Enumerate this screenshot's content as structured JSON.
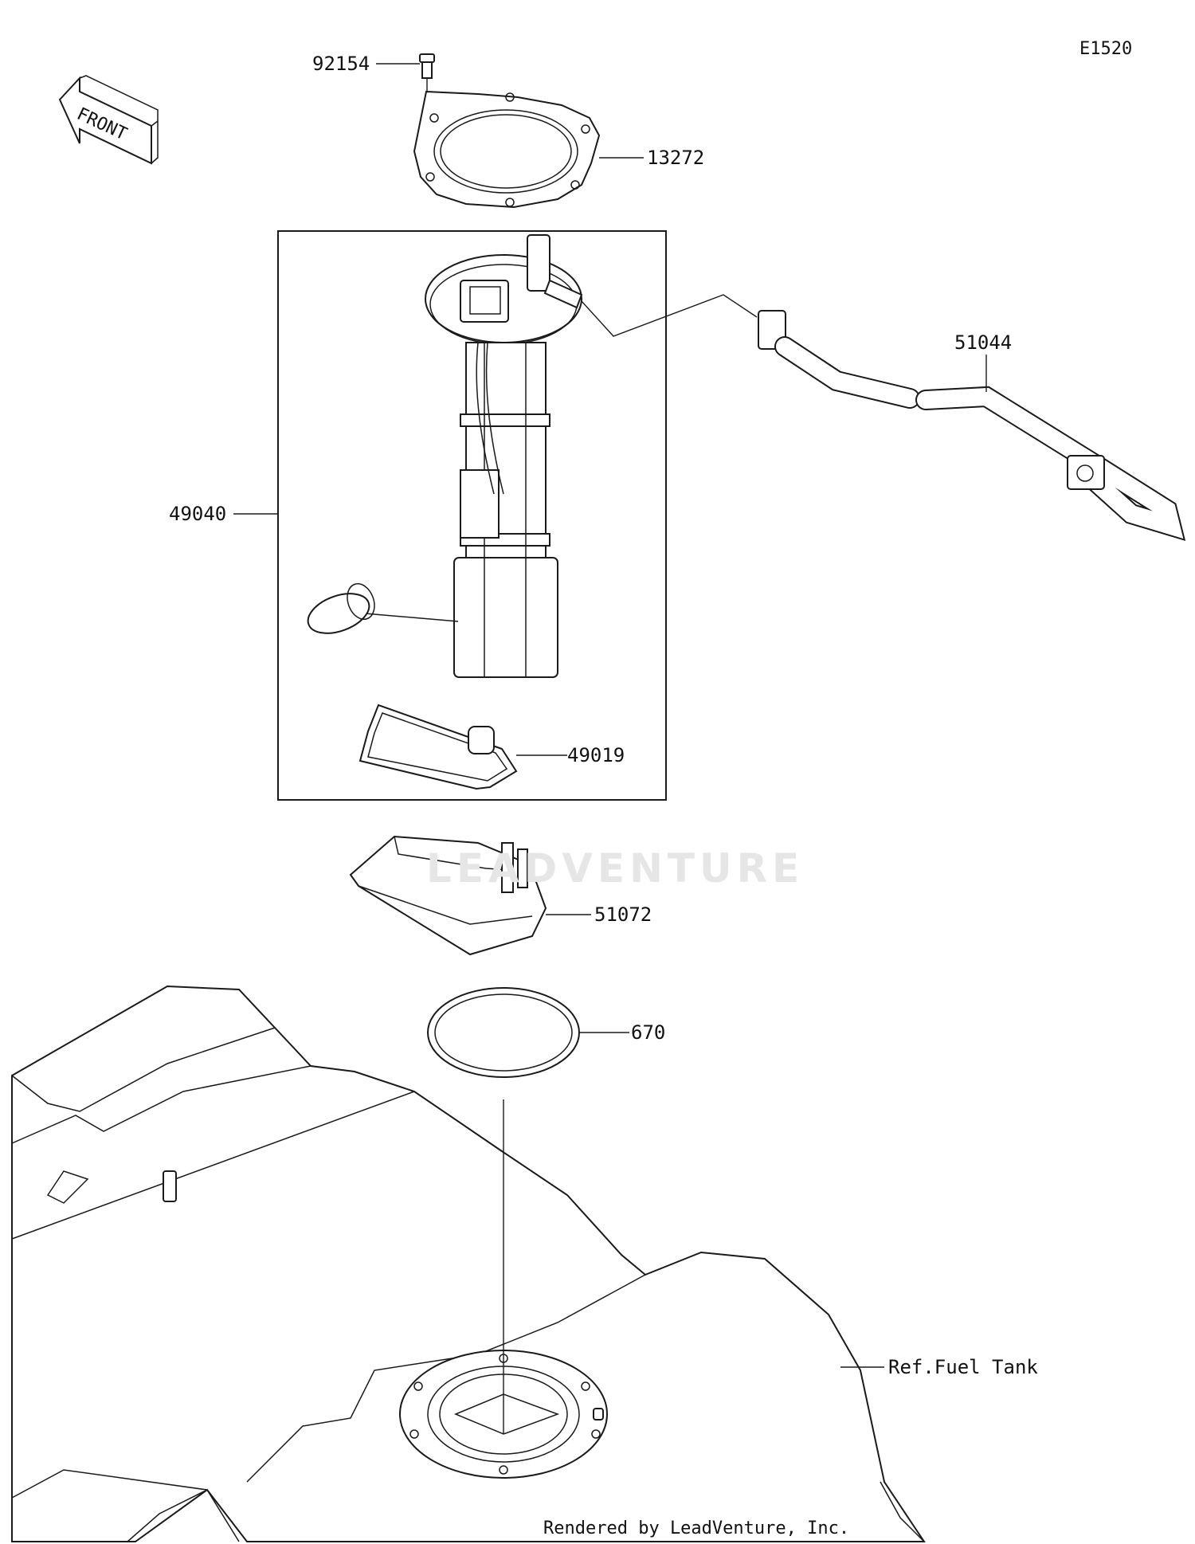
{
  "diagram_code": "E1520",
  "front_arrow_label": "FRONT",
  "callouts": {
    "bolt": "92154",
    "gasket": "13272",
    "fuel_pump_assy": "49040",
    "hose": "51044",
    "filter": "49019",
    "strainer_case": "51072",
    "o_ring": "670",
    "fuel_tank_ref": "Ref.Fuel Tank"
  },
  "watermark_text": "LEADVENTURE",
  "footer_credit": "Rendered by LeadVenture, Inc."
}
